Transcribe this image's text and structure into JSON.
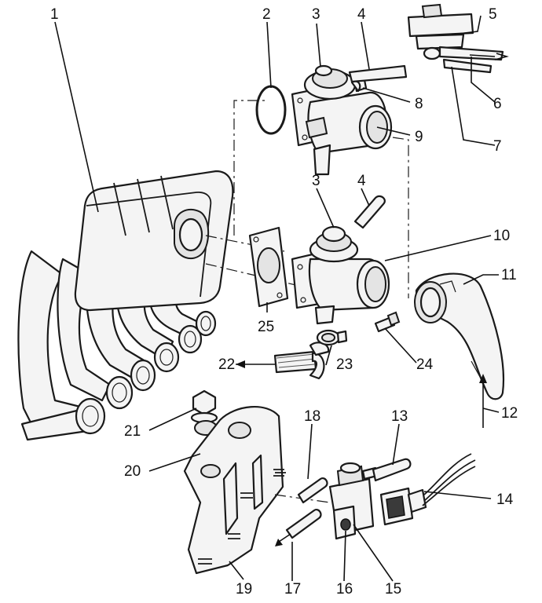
{
  "diagram": {
    "callouts": [
      {
        "id": "c1",
        "label": "1"
      },
      {
        "id": "c2",
        "label": "2"
      },
      {
        "id": "c3a",
        "label": "3"
      },
      {
        "id": "c4a",
        "label": "4"
      },
      {
        "id": "c5",
        "label": "5"
      },
      {
        "id": "c6",
        "label": "6"
      },
      {
        "id": "c7",
        "label": "7"
      },
      {
        "id": "c8",
        "label": "8"
      },
      {
        "id": "c9",
        "label": "9"
      },
      {
        "id": "c3b",
        "label": "3"
      },
      {
        "id": "c4b",
        "label": "4"
      },
      {
        "id": "c10",
        "label": "10"
      },
      {
        "id": "c11",
        "label": "11"
      },
      {
        "id": "c12",
        "label": "12"
      },
      {
        "id": "c25",
        "label": "25"
      },
      {
        "id": "c22",
        "label": "22"
      },
      {
        "id": "c23",
        "label": "23"
      },
      {
        "id": "c24",
        "label": "24"
      },
      {
        "id": "c21",
        "label": "21"
      },
      {
        "id": "c20",
        "label": "20"
      },
      {
        "id": "c18",
        "label": "18"
      },
      {
        "id": "c13",
        "label": "13"
      },
      {
        "id": "c14",
        "label": "14"
      },
      {
        "id": "c19",
        "label": "19"
      },
      {
        "id": "c17",
        "label": "17"
      },
      {
        "id": "c16",
        "label": "16"
      },
      {
        "id": "c15",
        "label": "15"
      }
    ]
  }
}
